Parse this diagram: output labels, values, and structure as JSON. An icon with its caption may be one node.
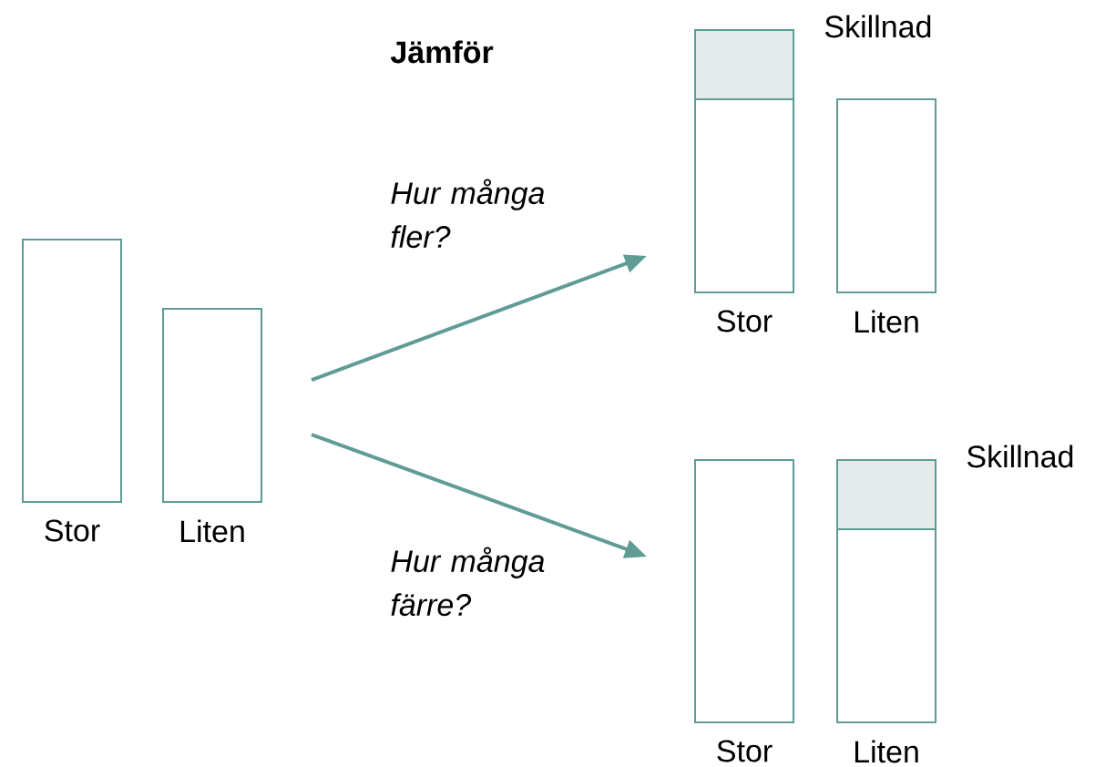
{
  "diagram": {
    "title": "Jämför",
    "nodes": [
      {
        "text": [],
        "shape": "box",
        "beside": [
          "Stor"
        ]
      },
      {
        "text": [],
        "shape": "box",
        "beside": [
          "Liten"
        ]
      },
      {
        "text": [],
        "shape": "box",
        "beside": [
          "Skillnad"
        ]
      },
      {
        "text": [],
        "shape": "box",
        "beside": [
          "Stor"
        ]
      },
      {
        "text": [],
        "shape": "box",
        "beside": [
          "Liten"
        ]
      },
      {
        "text": [],
        "shape": "box",
        "beside": [
          "Stor"
        ]
      },
      {
        "text": [],
        "shape": "box",
        "beside": [
          "Skillnad"
        ]
      },
      {
        "text": [],
        "shape": "box",
        "beside": [
          "Liten"
        ]
      }
    ],
    "edges": [
      {
        "from": 1,
        "to": 3,
        "arrow": "to",
        "label": "Hur många fler?"
      },
      {
        "from": 1,
        "to": 5,
        "arrow": "to",
        "label": "Hur många färre?"
      }
    ]
  }
}
